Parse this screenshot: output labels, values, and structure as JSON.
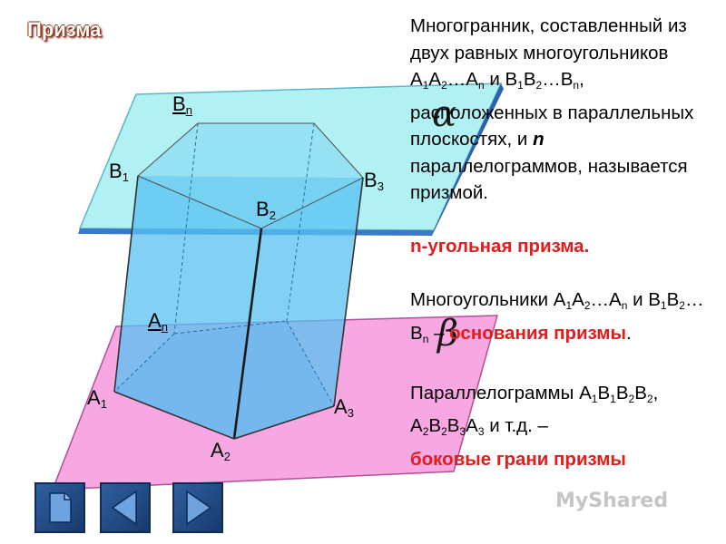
{
  "title": "Призма",
  "vertex_labels": {
    "Bn": {
      "base": "B",
      "sub": "n"
    },
    "B1": {
      "base": "B",
      "sub": "1"
    },
    "B2": {
      "base": "B",
      "sub": "2"
    },
    "B3": {
      "base": "B",
      "sub": "3"
    },
    "An": {
      "base": "A",
      "sub": "n"
    },
    "A1": {
      "base": "A",
      "sub": "1"
    },
    "A2": {
      "base": "A",
      "sub": "2"
    },
    "A3": {
      "base": "A",
      "sub": "3"
    }
  },
  "plane_labels": {
    "alpha": "α",
    "beta": "β"
  },
  "colors": {
    "upper_plane": "#a8eef2",
    "lower_plane": "#f7a8e3",
    "prism_fill": "#58c2f2",
    "edge": "#333333",
    "accent_text": "#e11d1d"
  },
  "text": {
    "p1_a": "Многогранник, составленный из двух равных многоугольников A",
    "p1_s1": "1",
    "p1_b": "A",
    "p1_s2": "2",
    "p1_c": "…A",
    "p1_s3": "n",
    "p1_d": " и B",
    "p1_s4": "1",
    "p1_e": "B",
    "p1_s5": "2",
    "p1_f": "…B",
    "p1_s6": "n",
    "p1_g": ", расположенных в параллельных плоскостях, и ",
    "p1_n": "n",
    "p1_h": " параллелограммов, называется призмой.",
    "ngon": "n-угольная призма.",
    "p2_a": "Многоугольники A",
    "p2_s1": "1",
    "p2_b": "A",
    "p2_s2": "2",
    "p2_c": "…A",
    "p2_s3": "n",
    "p2_d": " и B",
    "p2_s4": "1",
    "p2_e": "B",
    "p2_s5": "2",
    "p2_f": "…B",
    "p2_s6": "n",
    "p2_g": " – ",
    "p2_red": "основания призмы",
    "p2_end": ".",
    "p3_a": "Параллелограммы A",
    "p3_s1": "1",
    "p3_b": "B",
    "p3_s2": "1",
    "p3_c": "B",
    "p3_s3": "2",
    "p3_d": "B",
    "p3_s4": "2",
    "p3_e": ", A",
    "p3_s5": "2",
    "p3_f": "B",
    "p3_s6": "2",
    "p3_g": "B",
    "p3_s7": "3",
    "p3_h": "A",
    "p3_s8": "3",
    "p3_i": " и т.д. –",
    "p3_red": "боковые грани призмы"
  },
  "watermark": "MyShared",
  "nav": {
    "home": "home-icon",
    "prev": "arrow-left-icon",
    "next": "arrow-right-icon"
  }
}
